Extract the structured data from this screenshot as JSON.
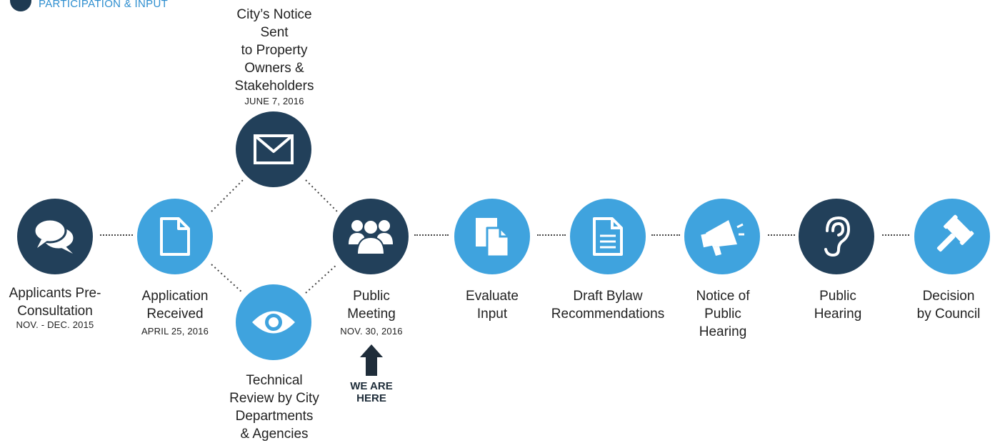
{
  "legend": {
    "text": "PARTICIPATION & INPUT"
  },
  "steps": [
    {
      "id": "consultation",
      "label_lines": [
        "Applicants Pre-",
        "Consultation"
      ],
      "date": "NOV. - DEC. 2015",
      "icon": "chat-bubbles-icon",
      "tone": "dark"
    },
    {
      "id": "application",
      "label_lines": [
        "Application",
        "Received"
      ],
      "date": "APRIL 25, 2016",
      "icon": "document-icon",
      "tone": "light"
    },
    {
      "id": "notice",
      "label_lines": [
        "City’s Notice",
        "Sent",
        "to Property",
        "Owners &",
        "Stakeholders"
      ],
      "date": "JUNE 7, 2016",
      "icon": "envelope-icon",
      "tone": "dark"
    },
    {
      "id": "technical",
      "label_lines": [
        "Technical",
        "Review by City",
        "Departments",
        "& Agencies"
      ],
      "date": "",
      "icon": "eye-icon",
      "tone": "light"
    },
    {
      "id": "public-meeting",
      "label_lines": [
        "Public",
        "Meeting"
      ],
      "date": "NOV. 30, 2016",
      "icon": "people-icon",
      "tone": "dark"
    },
    {
      "id": "evaluate",
      "label_lines": [
        "Evaluate",
        "Input"
      ],
      "date": "",
      "icon": "copy-documents-icon",
      "tone": "light"
    },
    {
      "id": "bylaw",
      "label_lines": [
        "Draft Bylaw",
        "Recommendations"
      ],
      "date": "",
      "icon": "text-document-icon",
      "tone": "light"
    },
    {
      "id": "notice-hearing",
      "label_lines": [
        "Notice of",
        "Public",
        "Hearing"
      ],
      "date": "",
      "icon": "megaphone-icon",
      "tone": "light"
    },
    {
      "id": "public-hearing",
      "label_lines": [
        "Public",
        "Hearing"
      ],
      "date": "",
      "icon": "ear-icon",
      "tone": "dark"
    },
    {
      "id": "decision",
      "label_lines": [
        "Decision",
        "by Council"
      ],
      "date": "",
      "icon": "gavel-icon",
      "tone": "light"
    }
  ],
  "marker": {
    "lines": [
      "WE ARE",
      "HERE"
    ],
    "icon": "arrow-up-icon"
  },
  "colors": {
    "dark": "#22405a",
    "light": "#3fa3de",
    "legend_text": "#2f8fd0"
  }
}
